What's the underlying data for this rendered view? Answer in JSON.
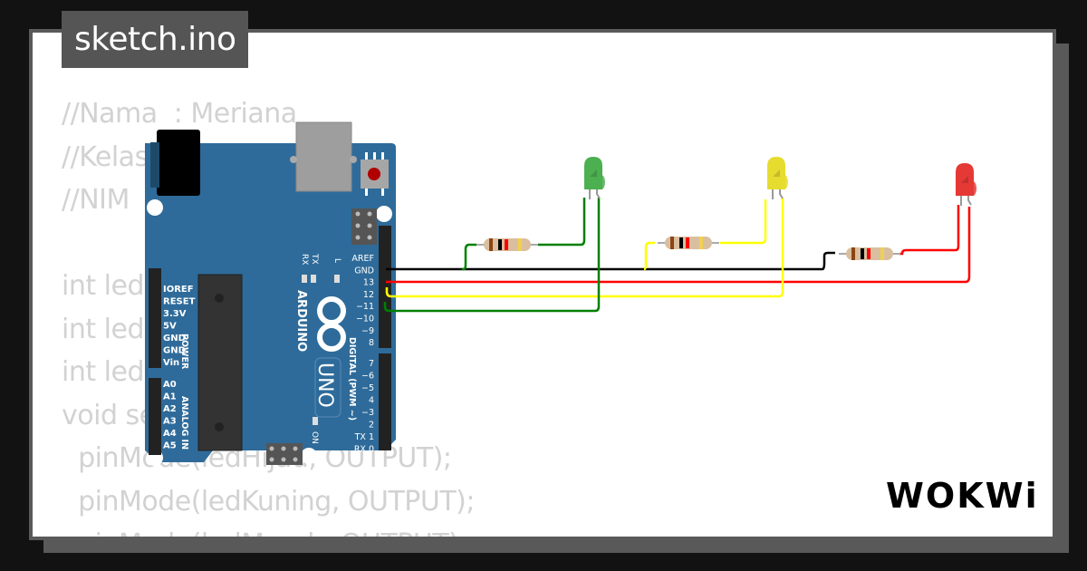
{
  "file_tab": {
    "title": "sketch.ino"
  },
  "code_lines": [
    "//Nama  : Meriana",
    "//Kelas",
    "//NIM",
    "",
    "int ledHijau",
    "int ledKuning",
    "int ledMerah",
    "void setup() {",
    "  pinMode(ledHijau, OUTPUT);",
    "  pinMode(ledKuning, OUTPUT);",
    "  pinMode(ledMerah, OUTPUT);"
  ],
  "board": {
    "brand": "ARDUINO",
    "model": "UNO",
    "power_header_label": "POWER",
    "analog_header_label": "ANALOG IN",
    "digital_header_label": "DIGITAL (PWM ~)",
    "on_label": "ON",
    "led_labels": [
      "RX",
      "TX",
      "L"
    ],
    "power_pins": [
      "IOREF",
      "RESET",
      "3.3V",
      "5V",
      "GND",
      "GND",
      "Vin"
    ],
    "analog_pins": [
      "A0",
      "A1",
      "A2",
      "A3",
      "A4",
      "A5"
    ],
    "digital_pins_top": [
      "AREF",
      "GND",
      "13",
      "12",
      "~11",
      "~10",
      "~9",
      "8"
    ],
    "digital_pins_bottom": [
      "7",
      "~6",
      "~5",
      "4",
      "~3",
      "2",
      "TX 1",
      "RX 0"
    ]
  },
  "leds": [
    {
      "name": "green-led",
      "color": "#4caf50",
      "pin": "11"
    },
    {
      "name": "yellow-led",
      "color": "#e6dc30",
      "pin": "12"
    },
    {
      "name": "red-led",
      "color": "#e53935",
      "pin": "13"
    }
  ],
  "wires": {
    "gnd": "#000000",
    "red": "#ff0000",
    "yellow": "#ffff00",
    "green": "#008000"
  },
  "brand_logo": "WOKWi"
}
